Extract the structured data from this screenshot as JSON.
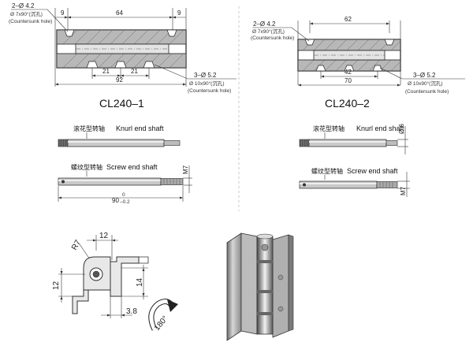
{
  "left_block": {
    "title": "CL240–1",
    "hole_top": {
      "count": "2–Ø 4.2",
      "csk": "Ø 7x90°(沉孔)",
      "csk_en": "(Countersunk hole)"
    },
    "hole_bottom": {
      "count": "3–Ø 5.2",
      "csk": "Ø 10x90°(沉孔)",
      "csk_en": "(Countersunk hole)"
    },
    "dims_top": [
      "9",
      "64",
      "9"
    ],
    "dims_bottom": [
      "21",
      "21"
    ],
    "dim_total": "92"
  },
  "right_block": {
    "title": "CL240–2",
    "hole_top": {
      "count": "2–Ø 4.2",
      "csk": "Ø 7x90°(沉孔)",
      "csk_en": "(Countersunk hole)"
    },
    "hole_bottom": {
      "count": "3–Ø 5.2",
      "csk": "Ø 10x90°(沉孔)",
      "csk_en": "(Countersunk hole)"
    },
    "dim_top": "62",
    "dim_mid": "42",
    "dim_total": "70"
  },
  "shafts": {
    "knurl_cn": "滚花型转轴",
    "knurl_en": "Knurl end shaft",
    "screw_cn": "螺纹型转轴",
    "screw_en": "Screw end shaft",
    "dim_m7": "M7",
    "dim_d6": "Ø 6",
    "dim_len": "90",
    "tol_hi": "0",
    "tol_lo": "–0.2"
  },
  "bracket": {
    "r": "R7",
    "w": "12",
    "h_left": "12",
    "h_right": "14",
    "offset": "3.8",
    "angle": "180°"
  }
}
